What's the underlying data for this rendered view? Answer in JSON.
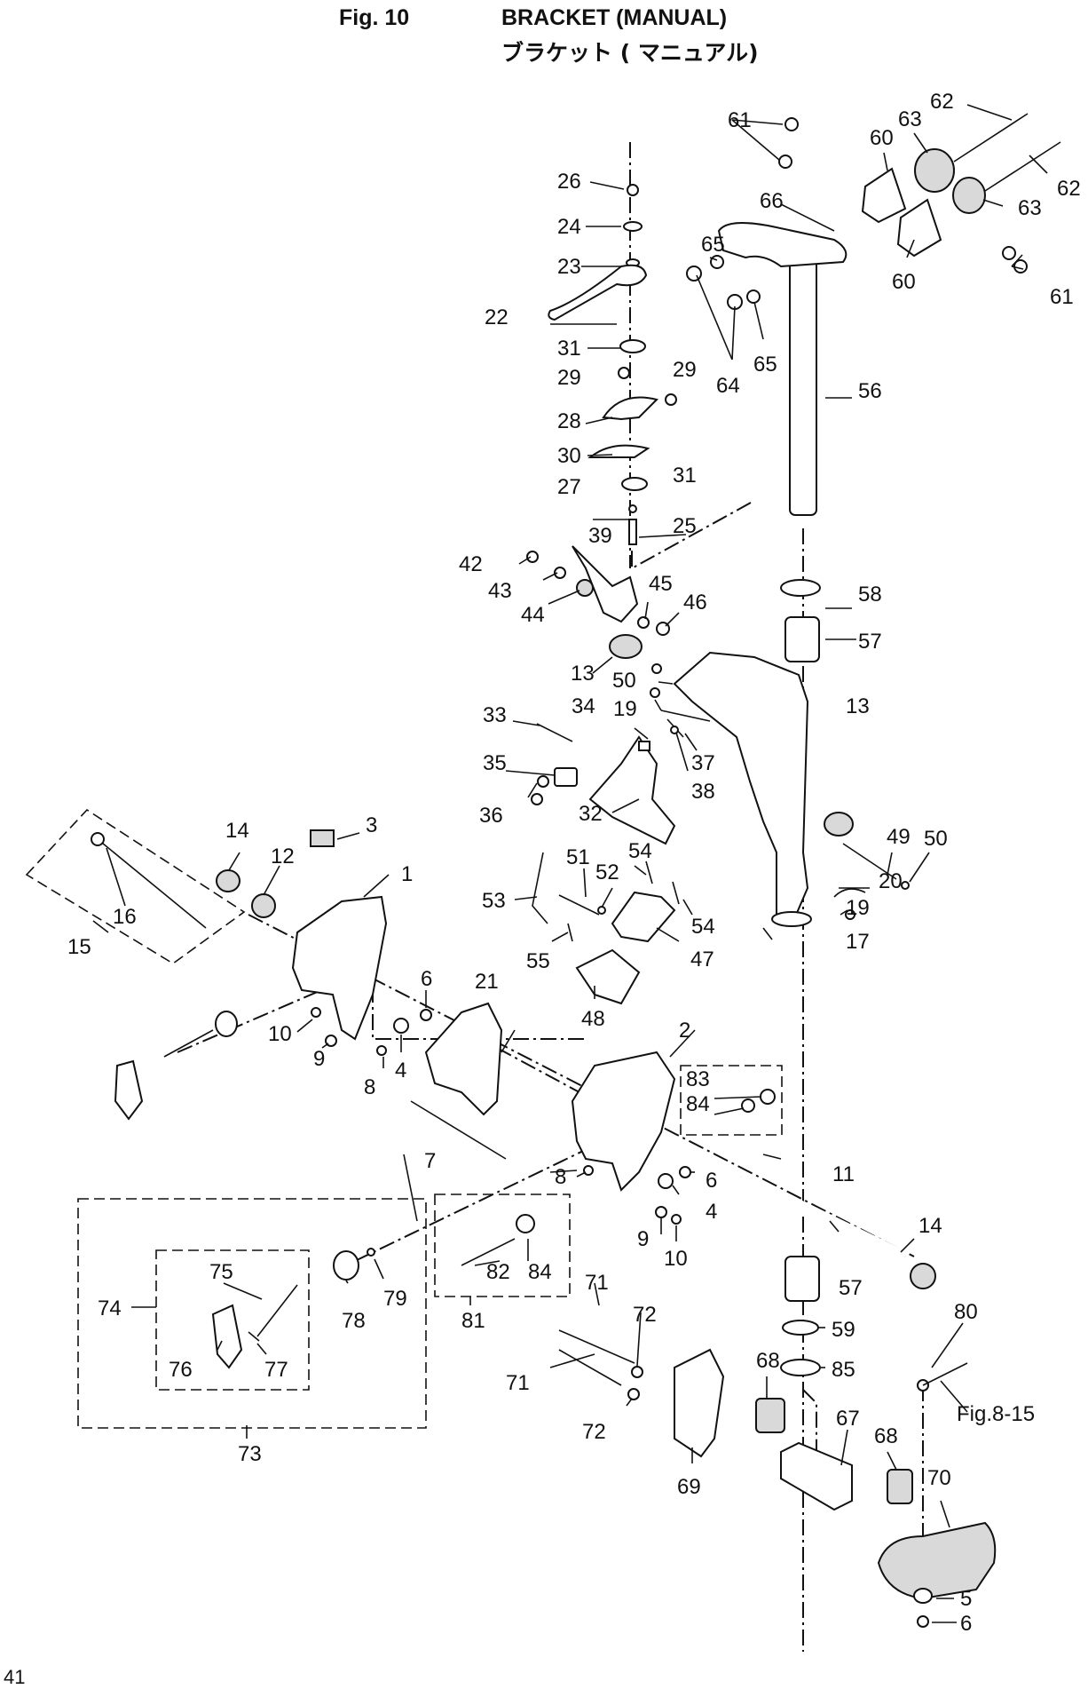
{
  "header": {
    "figure_number": "Fig. 10",
    "title_en": "BRACKET (MANUAL)",
    "title_jp": "ブラケット ( マニュアル)"
  },
  "page_number": "41",
  "callouts": {
    "c1": "1",
    "c2": "2",
    "c3": "3",
    "c4a": "4",
    "c4b": "4",
    "c5": "5",
    "c6a": "6",
    "c6b": "6",
    "c6c": "6",
    "c7": "7",
    "c8a": "8",
    "c8b": "8",
    "c9a": "9",
    "c9b": "9",
    "c10a": "10",
    "c10b": "10",
    "c11": "11",
    "c12": "12",
    "c13a": "13",
    "c13b": "13",
    "c14a": "14",
    "c14b": "14",
    "c15": "15",
    "c16": "16",
    "c17": "17",
    "c19a": "19",
    "c19b": "19",
    "c20": "20",
    "c21": "21",
    "c22": "22",
    "c23": "23",
    "c24": "24",
    "c25": "25",
    "c26": "26",
    "c27": "27",
    "c28": "28",
    "c29a": "29",
    "c29b": "29",
    "c30": "30",
    "c31a": "31",
    "c31b": "31",
    "c32": "32",
    "c33": "33",
    "c34": "34",
    "c35": "35",
    "c36": "36",
    "c37": "37",
    "c38": "38",
    "c39": "39",
    "c42": "42",
    "c43": "43",
    "c44": "44",
    "c45": "45",
    "c46": "46",
    "c47": "47",
    "c48": "48",
    "c49": "49",
    "c50a": "50",
    "c50b": "50",
    "c51": "51",
    "c52": "52",
    "c53": "53",
    "c54a": "54",
    "c54b": "54",
    "c55": "55",
    "c56": "56",
    "c57a": "57",
    "c57b": "57",
    "c58": "58",
    "c59": "59",
    "c60a": "60",
    "c60b": "60",
    "c61a": "61",
    "c61b": "61",
    "c62a": "62",
    "c62b": "62",
    "c63a": "63",
    "c63b": "63",
    "c64": "64",
    "c65a": "65",
    "c65b": "65",
    "c66": "66",
    "c67": "67",
    "c68a": "68",
    "c68b": "68",
    "c69": "69",
    "c70": "70",
    "c71a": "71",
    "c71b": "71",
    "c72a": "72",
    "c72b": "72",
    "c73": "73",
    "c74": "74",
    "c75": "75",
    "c76": "76",
    "c77": "77",
    "c78": "78",
    "c79": "79",
    "c80": "80",
    "c81": "81",
    "c82": "82",
    "c83": "83",
    "c84a": "84",
    "c84b": "84",
    "c85": "85",
    "fig_ref": "Fig.8-15"
  }
}
